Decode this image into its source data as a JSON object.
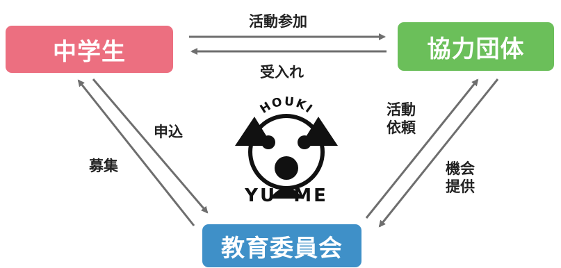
{
  "nodes": {
    "student": "中学生",
    "partner": "協力団体",
    "board": "教育委員会"
  },
  "edges": {
    "participation": "活動参加",
    "accept": "受入れ",
    "apply": "申込",
    "recruit": "募集",
    "request_line1": "活動",
    "request_line2": "依頼",
    "opportunity_line1": "機会",
    "opportunity_line2": "提供"
  },
  "logo": {
    "top_text": "HOUKI",
    "bottom_text": "YU  ME"
  },
  "colors": {
    "student": "#ec6f80",
    "partner": "#6bbf5a",
    "board": "#3f90c8",
    "arrow": "#6e6e6e"
  }
}
